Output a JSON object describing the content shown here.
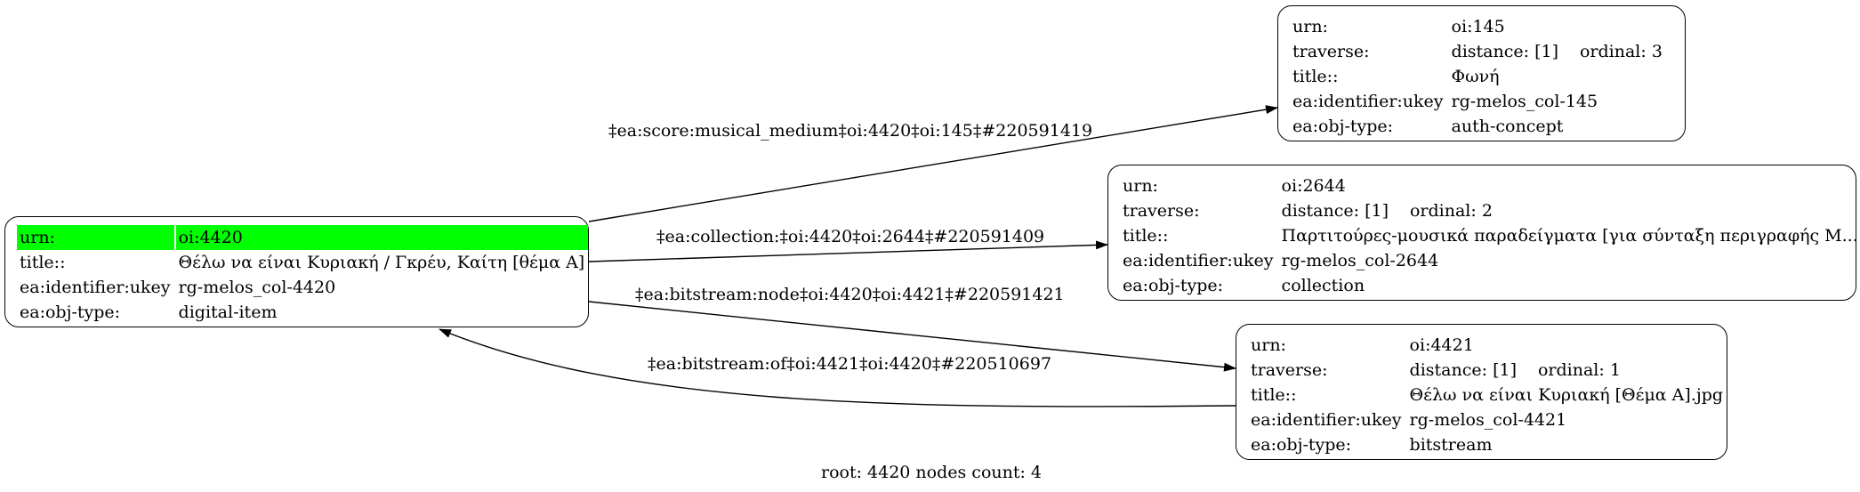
{
  "nodes": {
    "root": {
      "rows": [
        {
          "key": "urn:",
          "value": "oi:4420"
        },
        {
          "key": "title::",
          "value": "Θέλω να είναι Κυριακή / Γκρέυ, Καίτη [θέμα Α]"
        },
        {
          "key": "ea:identifier:ukey",
          "value": "rg-melos_col-4420"
        },
        {
          "key": "ea:obj-type:",
          "value": "digital-item"
        }
      ],
      "highlight_color": "#00ff00"
    },
    "n145": {
      "rows": [
        {
          "key": "urn:",
          "value": "oi:145"
        },
        {
          "key": "traverse:",
          "distance": "distance: [1]",
          "ordinal": "ordinal: 3"
        },
        {
          "key": "title::",
          "value": "Φωνή"
        },
        {
          "key": "ea:identifier:ukey",
          "value": "rg-melos_col-145"
        },
        {
          "key": "ea:obj-type:",
          "value": "auth-concept"
        }
      ]
    },
    "n2644": {
      "rows": [
        {
          "key": "urn:",
          "value": "oi:2644"
        },
        {
          "key": "traverse:",
          "distance": "distance: [1]",
          "ordinal": "ordinal: 2"
        },
        {
          "key": "title::",
          "value": "Παρτιτούρες-μουσικά παραδείγματα [για σύνταξη περιγραφής Μ..."
        },
        {
          "key": "ea:identifier:ukey",
          "value": "rg-melos_col-2644"
        },
        {
          "key": "ea:obj-type:",
          "value": "collection"
        }
      ]
    },
    "n4421": {
      "rows": [
        {
          "key": "urn:",
          "value": "oi:4421"
        },
        {
          "key": "traverse:",
          "distance": "distance: [1]",
          "ordinal": "ordinal: 1"
        },
        {
          "key": "title::",
          "value": "Θέλω να είναι Κυριακή [Θέμα Α].jpg"
        },
        {
          "key": "ea:identifier:ukey",
          "value": "rg-melos_col-4421"
        },
        {
          "key": "ea:obj-type:",
          "value": "bitstream"
        }
      ]
    }
  },
  "edges": [
    {
      "label": "‡ea:score:musical_medium‡oi:4420‡oi:145‡#220591419"
    },
    {
      "label": "‡ea:collection:‡oi:4420‡oi:2644‡#220591409"
    },
    {
      "label": "‡ea:bitstream:node‡oi:4420‡oi:4421‡#220591421"
    },
    {
      "label": "‡ea:bitstream:of‡oi:4421‡oi:4420‡#220510697"
    }
  ],
  "footer": "root: 4420 nodes count: 4"
}
